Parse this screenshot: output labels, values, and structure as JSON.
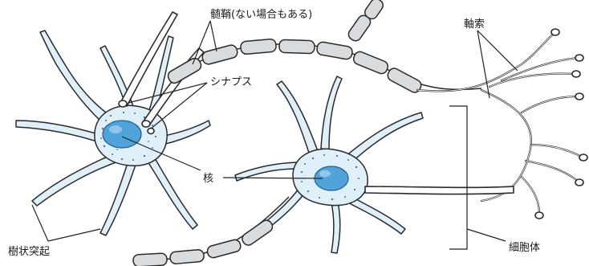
{
  "labels": {
    "myelin_sheath": "髄鞘(ない場合もある)",
    "axon": "軸索",
    "synapse": "シナプス",
    "nucleus": "核",
    "dendrite": "樹状突起",
    "cell_body": "細胞体"
  },
  "colors": {
    "cell_fill": "#dff0fb",
    "nucleus_fill": "#4fa3d9",
    "myelin_fill": "#d9dcdf",
    "line": "#222222"
  }
}
